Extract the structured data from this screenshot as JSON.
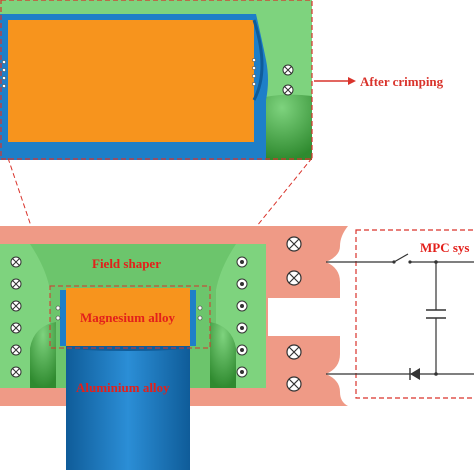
{
  "labels": {
    "after_crimping": "After crimping",
    "field_shaper": "Field shaper",
    "magnesium_alloy": "Magnesium alloy",
    "aluminium_alloy": "Aluminium alloy",
    "mpc_system": "MPC sys"
  },
  "colors": {
    "field_shaper": "#7ed37e",
    "field_shaper_dark": "#4fae4f",
    "magnesium": "#f7941d",
    "aluminium": "#1e7fc8",
    "aluminium_dark": "#0f5c99",
    "coil": "#ef9a86",
    "callout": "#d9332b",
    "label_red": "#e3201b",
    "circuit": "#333333"
  },
  "icons": {
    "coil_current_into": "circle-cross-icon",
    "coil_current_out": "circle-dot-icon"
  }
}
